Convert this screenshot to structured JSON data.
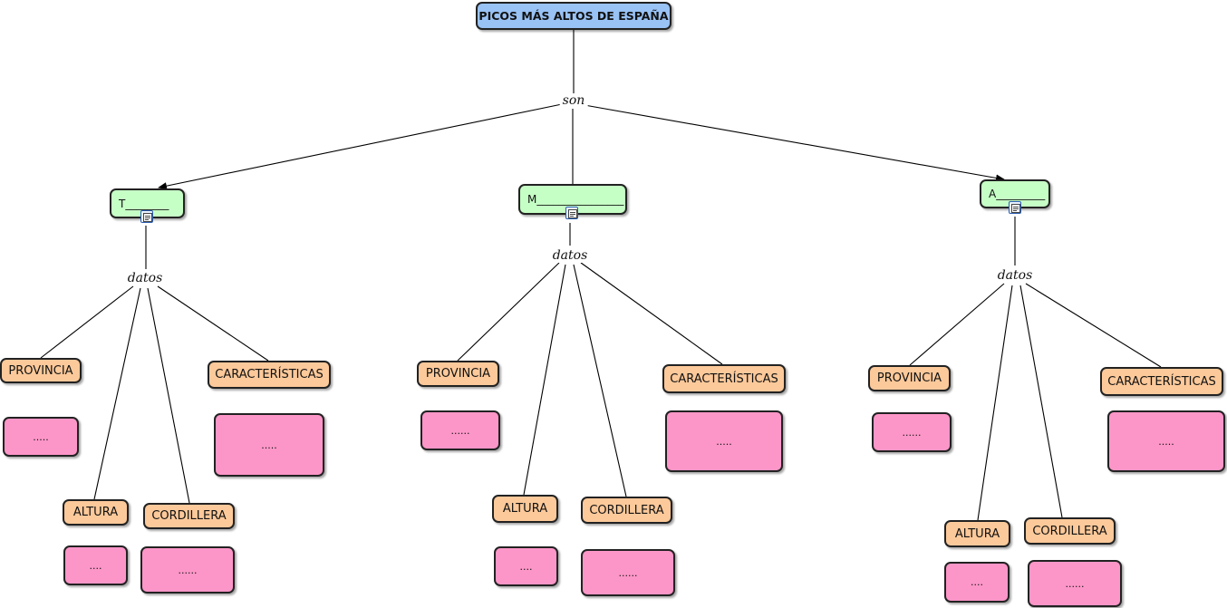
{
  "root": {
    "title": "PICOS MÁS ALTOS DE ESPAÑA"
  },
  "root_link": "son",
  "branches": [
    {
      "peak": "T________",
      "link": "datos",
      "provincia": "PROVINCIA",
      "provincia_value": ".....",
      "caracteristicas": "CARACTERÍSTICAS",
      "caracteristicas_value": ".....",
      "altura": "ALTURA",
      "altura_value": "....",
      "cordillera": "CORDILLERA",
      "cordillera_value": "......"
    },
    {
      "peak": "M________________",
      "link": "datos",
      "provincia": "PROVINCIA",
      "provincia_value": "......",
      "caracteristicas": "CARACTERÍSTICAS",
      "caracteristicas_value": ".....",
      "altura": "ALTURA",
      "altura_value": "....",
      "cordillera": "CORDILLERA",
      "cordillera_value": "......"
    },
    {
      "peak": "A_________",
      "link": "datos",
      "provincia": "PROVINCIA",
      "provincia_value": "......",
      "caracteristicas": "CARACTERÍSTICAS",
      "caracteristicas_value": ".....",
      "altura": "ALTURA",
      "altura_value": "....",
      "cordillera": "CORDILLERA",
      "cordillera_value": "......"
    }
  ],
  "colors": {
    "root": "#99c2f5",
    "peak": "#c6ffc6",
    "label": "#fcc99a",
    "value": "#fd96c8"
  },
  "icons": {
    "peak_attachment": "document-icon"
  }
}
